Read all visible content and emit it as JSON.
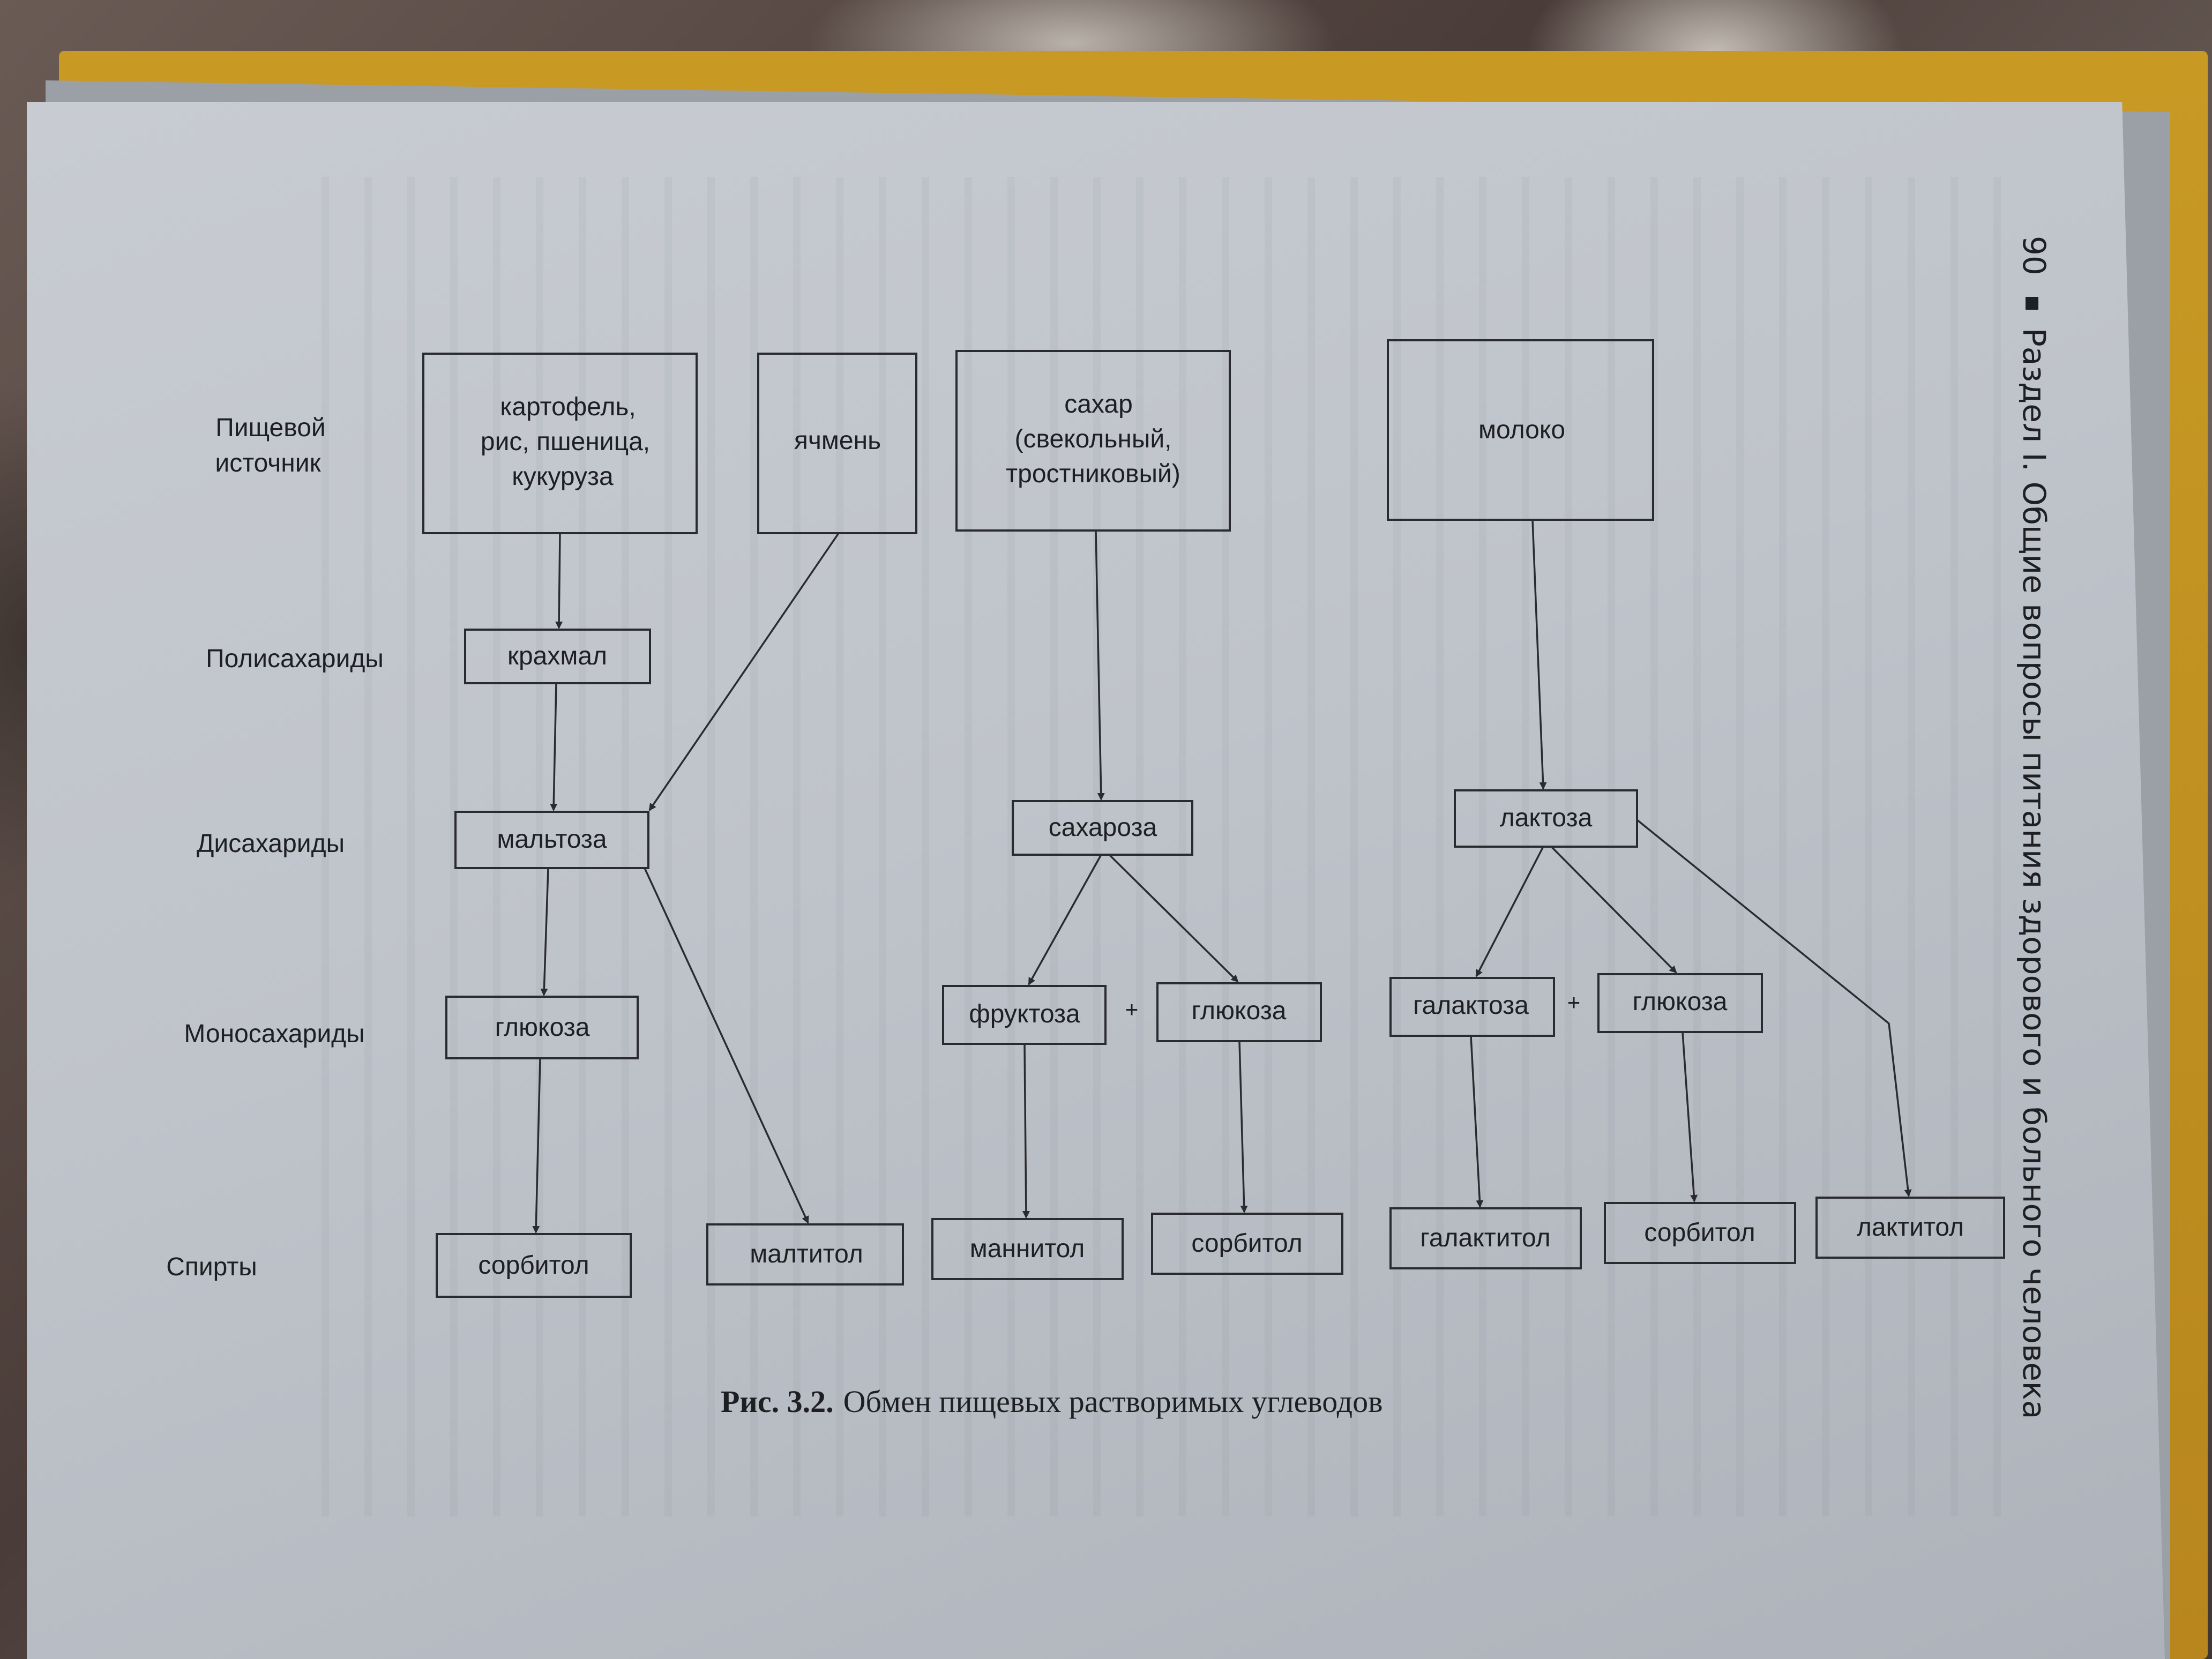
{
  "page": {
    "number": "90",
    "running_header": "Раздел I. Общие вопросы питания здорового и больного человека"
  },
  "row_labels": {
    "source": [
      "Пищевой",
      "источник"
    ],
    "polysaccharides": "Полисахариды",
    "disaccharides": "Дисахариды",
    "monosaccharides": "Моносахариды",
    "alcohols": "Спирты"
  },
  "sources": {
    "cereals": [
      "картофель,",
      "рис,  пшеница,",
      "кукуруза"
    ],
    "barley": "ячмень",
    "sugar": [
      "сахар",
      "(свекольный,",
      "тростниковый)"
    ],
    "milk": "молоко"
  },
  "nodes": {
    "starch": "крахмал",
    "maltose": "мальтоза",
    "sucrose": "сахароза",
    "lactose": "лактоза",
    "glucose_1": "глюкоза",
    "fructose": "фруктоза",
    "glucose_2": "глюкоза",
    "galactose": "галактоза",
    "glucose_3": "глюкоза",
    "sorbitol_1": "сорбитол",
    "maltitol": "малтитол",
    "mannitol": "маннитол",
    "sorbitol_2": "сорбитол",
    "galactitol": "галактитол",
    "sorbitol_3": "сорбитол",
    "lactitol": "лактитол"
  },
  "plus_sign": "+",
  "caption": {
    "label": "Рис. 3.2.",
    "text": "Обмен пищевых растворимых углеводов"
  }
}
